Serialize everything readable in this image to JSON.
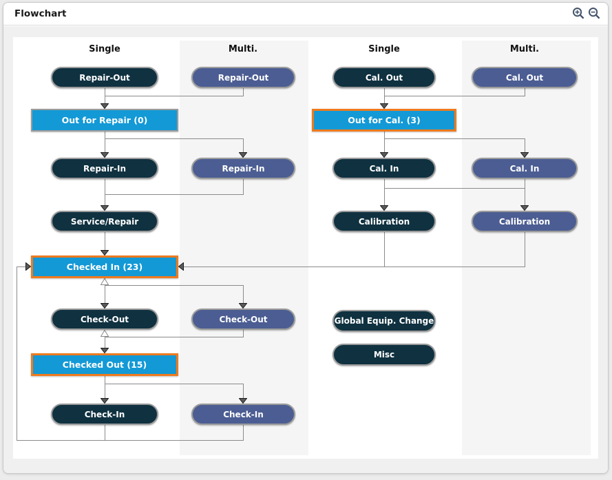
{
  "window": {
    "title": "Flowchart"
  },
  "toolbar": {
    "zoom_in_icon": "magnifier-plus",
    "zoom_out_icon": "magnifier-minus"
  },
  "columns": {
    "left_single": "Single",
    "left_multi": "Multi.",
    "right_single": "Single",
    "right_multi": "Multi."
  },
  "nodes": {
    "repair_out_single": {
      "label": "Repair-Out"
    },
    "repair_out_multi": {
      "label": "Repair-Out"
    },
    "out_for_repair": {
      "label": "Out for Repair (0)"
    },
    "repair_in_single": {
      "label": "Repair-In"
    },
    "repair_in_multi": {
      "label": "Repair-In"
    },
    "service_repair": {
      "label": "Service/Repair"
    },
    "checked_in": {
      "label": "Checked In (23)"
    },
    "check_out_single": {
      "label": "Check-Out"
    },
    "check_out_multi": {
      "label": "Check-Out"
    },
    "checked_out": {
      "label": "Checked Out (15)"
    },
    "check_in_single": {
      "label": "Check-In"
    },
    "check_in_multi": {
      "label": "Check-In"
    },
    "cal_out_single": {
      "label": "Cal. Out"
    },
    "cal_out_multi": {
      "label": "Cal. Out"
    },
    "out_for_cal": {
      "label": "Out for Cal. (3)"
    },
    "cal_in_single": {
      "label": "Cal. In"
    },
    "cal_in_multi": {
      "label": "Cal. In"
    },
    "calibration_single": {
      "label": "Calibration"
    },
    "calibration_multi": {
      "label": "Calibration"
    },
    "global_equip_change": {
      "label": "Global Equip. Change"
    },
    "misc": {
      "label": "Misc"
    }
  },
  "colors": {
    "pill-dark": "#0f3140",
    "pill-blue": "#4b5d92",
    "status-blue": "#1399d6",
    "highlight-orange": "#ef7a1d",
    "line-gray": "#8a8a8a",
    "band-gray": "#f5f5f5",
    "border-gray": "#9b9b9b"
  }
}
